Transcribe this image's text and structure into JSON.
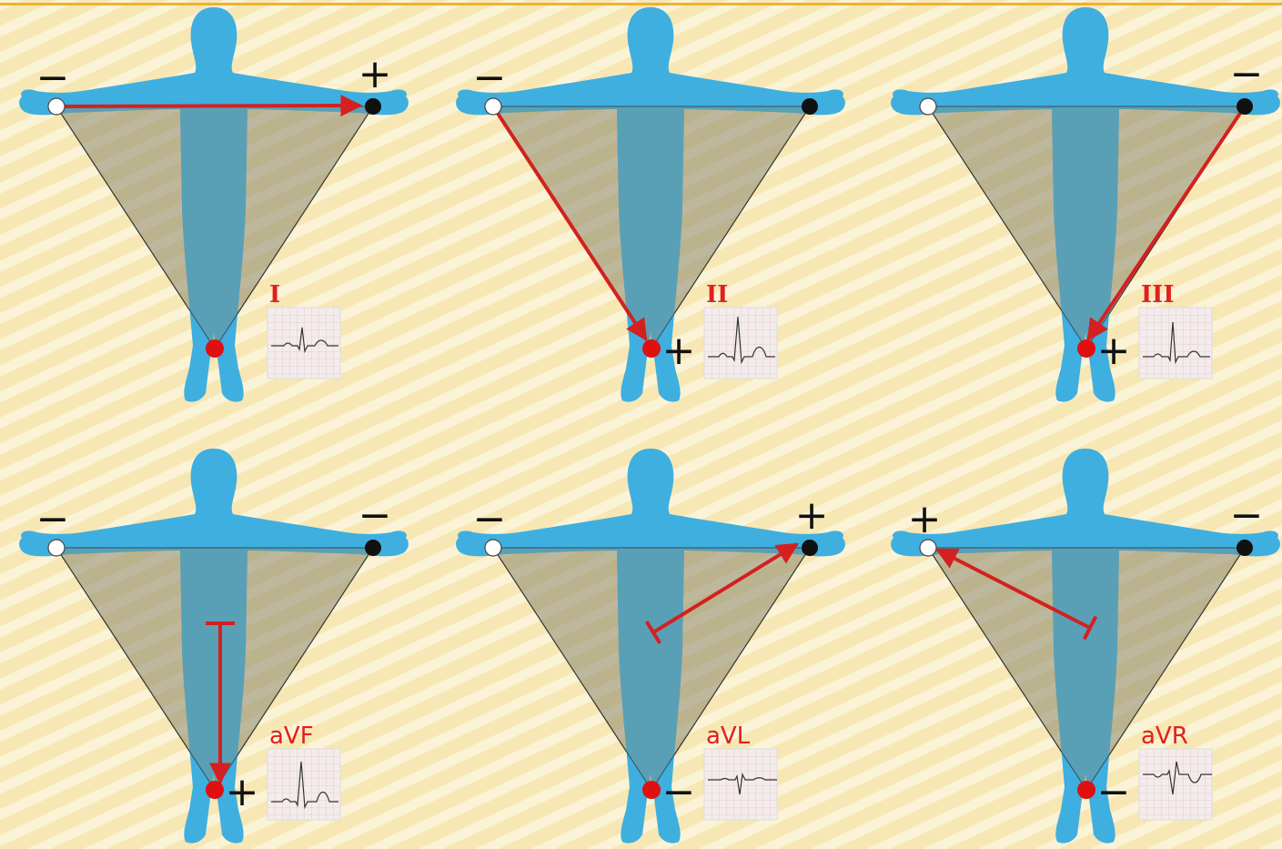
{
  "colors": {
    "background": "#f7e7b4",
    "stripe": "#fbf3d4",
    "body": "#3fb0e0",
    "triangle": "#8a8670",
    "vector": "#d42020",
    "label": "#e0201e",
    "electrode_red": "#e01010",
    "electrode_black": "#111111",
    "electrode_white": "#ffffff"
  },
  "panels": [
    {
      "id": "I",
      "label": "I",
      "label_style": "serif",
      "vector": "RA-LA",
      "signs": {
        "ra": "−",
        "la": "+",
        "foot": ""
      },
      "ecg": "lead-I"
    },
    {
      "id": "II",
      "label": "II",
      "label_style": "serif",
      "vector": "RA-F",
      "signs": {
        "ra": "−",
        "la": "",
        "foot": "+"
      },
      "ecg": "lead-II"
    },
    {
      "id": "III",
      "label": "III",
      "label_style": "serif",
      "vector": "LA-F",
      "signs": {
        "ra": "",
        "la": "−",
        "foot": "+"
      },
      "ecg": "lead-III"
    },
    {
      "id": "aVF",
      "label": "aVF",
      "label_style": "sans",
      "vector": "C-F",
      "signs": {
        "ra": "−",
        "la": "−",
        "foot": "+"
      },
      "ecg": "lead-aVF"
    },
    {
      "id": "aVL",
      "label": "aVL",
      "label_style": "sans",
      "vector": "C-LA",
      "signs": {
        "ra": "−",
        "la": "+",
        "foot": "−"
      },
      "ecg": "lead-aVL"
    },
    {
      "id": "aVR",
      "label": "aVR",
      "label_style": "sans",
      "vector": "C-RA",
      "signs": {
        "ra": "+",
        "la": "−",
        "foot": "−"
      },
      "ecg": "lead-aVR"
    }
  ]
}
